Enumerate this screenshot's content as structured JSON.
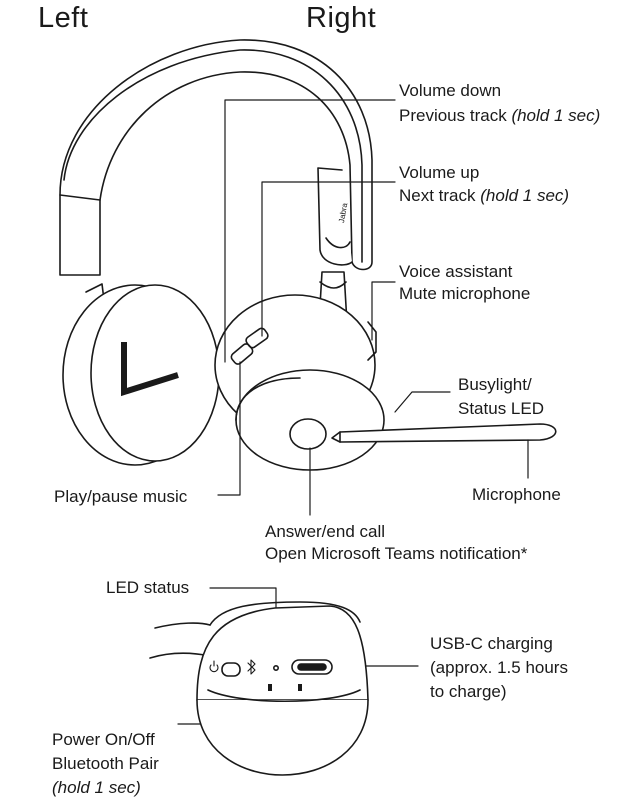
{
  "headings": {
    "left": "Left",
    "right": "Right"
  },
  "brand_mark": "Jabra",
  "labels": {
    "volume_down": "Volume down",
    "previous_track": "Previous track",
    "previous_track_hold": "(hold 1 sec)",
    "volume_up": "Volume up",
    "next_track": "Next track",
    "next_track_hold": "(hold 1 sec)",
    "voice_assistant": "Voice assistant",
    "mute_microphone": "Mute microphone",
    "busylight": "Busylight/",
    "status_led": "Status LED",
    "play_pause": "Play/pause music",
    "microphone": "Microphone",
    "answer_end_call": "Answer/end call",
    "teams_notification": "Open Microsoft Teams notification*",
    "led_status": "LED status",
    "usbc_charging": "USB-C charging",
    "usbc_time": "(approx. 1.5 hours",
    "usbc_to_charge": "to charge)",
    "power_onoff": "Power On/Off",
    "bluetooth_pair": "Bluetooth Pair",
    "bluetooth_pair_hold": "(hold 1 sec)"
  },
  "icons": [
    "power-icon",
    "bluetooth-icon",
    "usb-c-port-icon",
    "teams-button-icon"
  ]
}
